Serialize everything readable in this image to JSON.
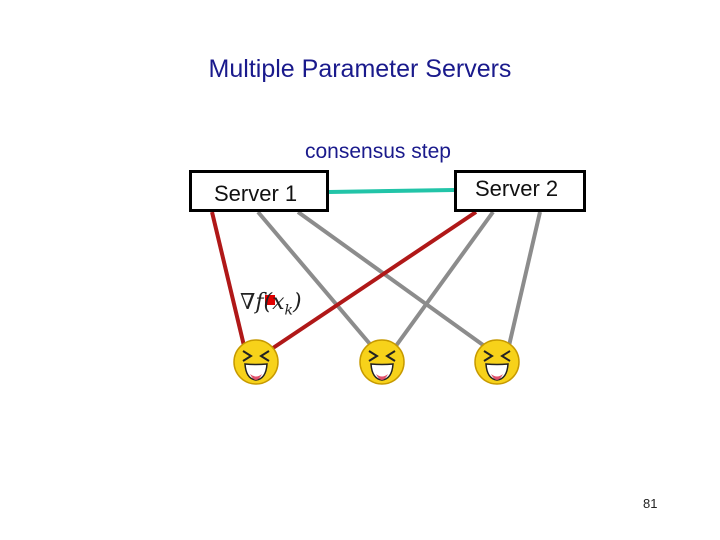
{
  "title": "Multiple Parameter Servers",
  "consensus_label": "consensus step",
  "servers": [
    {
      "label": "Server 1"
    },
    {
      "label": "Server 2"
    }
  ],
  "workers": [
    {
      "icon": "laughing-face-icon"
    },
    {
      "icon": "laughing-face-icon"
    },
    {
      "icon": "laughing-face-icon"
    }
  ],
  "gradient_label": "∇f(x_k)",
  "page_number": "81",
  "colors": {
    "title": "#1a1a8c",
    "consensus_line": "#22c4a8",
    "gradient_edge": "#b01818",
    "edge": "#8c8c8c",
    "marker": "#e00000"
  }
}
